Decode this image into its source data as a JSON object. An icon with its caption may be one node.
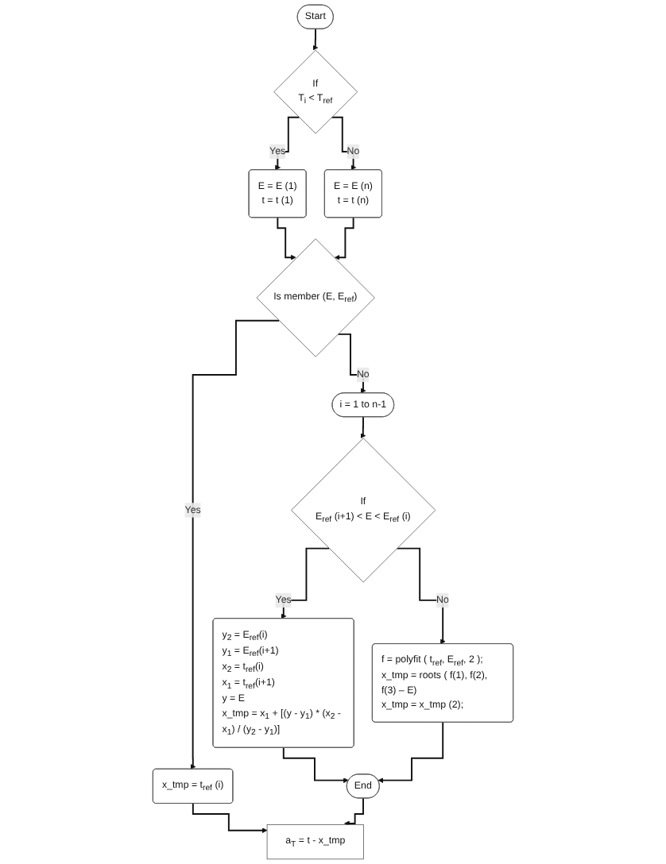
{
  "diagram": {
    "nodes": [
      {
        "text": [
          "Start"
        ]
      },
      {
        "text": [
          "If",
          "T$_{i}$ < T$_{ref}$"
        ]
      },
      {
        "text": [
          "E = E (1)",
          "t = t (1)"
        ]
      },
      {
        "text": [
          "E = E (n)",
          "t = t (n)"
        ]
      },
      {
        "text": [
          "Is member (E, E$_{ref}$)"
        ]
      },
      {
        "text": [
          "i = 1 to n-1"
        ]
      },
      {
        "text": [
          "If",
          "E$_{ref}$ (i+1) < E < E$_{ref}$ (i)"
        ]
      },
      {
        "text": [
          "x_tmp = t$_{ref}$ (i)"
        ]
      },
      {
        "text": [
          "y$_{2}$ = E$_{ref}$(i)",
          "y$_{1}$ = E$_{ref}$(i+1)",
          "x$_{2}$ = t$_{ref}$(i)",
          "x$_{1}$ = t$_{ref}$(i+1)",
          "y = E",
          "x_tmp = x$_{1}$ + [(y - y$_{1}$) * (x$_{2}$ - x$_{1}$) / (y$_{2}$ - y$_{1}$)]"
        ]
      },
      {
        "text": [
          "f = polyfit ( t$_{ref}$, E$_{ref}$, 2 );",
          "x_tmp = roots ( f(1), f(2), f(3) – E)",
          "x_tmp = x_tmp (2);"
        ]
      },
      {
        "text": [
          "End"
        ]
      },
      {
        "text": [
          "a$_{T}$ = t - x_tmp"
        ]
      }
    ],
    "edges": [
      {
        "from": 0,
        "to": 1,
        "arrow": "to"
      },
      {
        "from": 1,
        "to": 2,
        "arrow": "to",
        "label": "Yes"
      },
      {
        "from": 1,
        "to": 3,
        "arrow": "to",
        "label": "No"
      },
      {
        "from": 2,
        "to": 4,
        "arrow": "to"
      },
      {
        "from": 3,
        "to": 4,
        "arrow": "to"
      },
      {
        "from": 4,
        "to": 5,
        "arrow": "to",
        "label": "No"
      },
      {
        "from": 4,
        "to": 7,
        "arrow": "to",
        "label": "Yes"
      },
      {
        "from": 5,
        "to": 6,
        "arrow": "to"
      },
      {
        "from": 6,
        "to": 8,
        "arrow": "to",
        "label": "Yes"
      },
      {
        "from": 6,
        "to": 9,
        "arrow": "to",
        "label": "No"
      },
      {
        "from": 8,
        "to": 10,
        "arrow": "to"
      },
      {
        "from": 9,
        "to": 10,
        "arrow": "to"
      },
      {
        "from": 7,
        "to": 11,
        "arrow": "to"
      },
      {
        "from": 10,
        "to": 11,
        "arrow": "to"
      }
    ]
  }
}
